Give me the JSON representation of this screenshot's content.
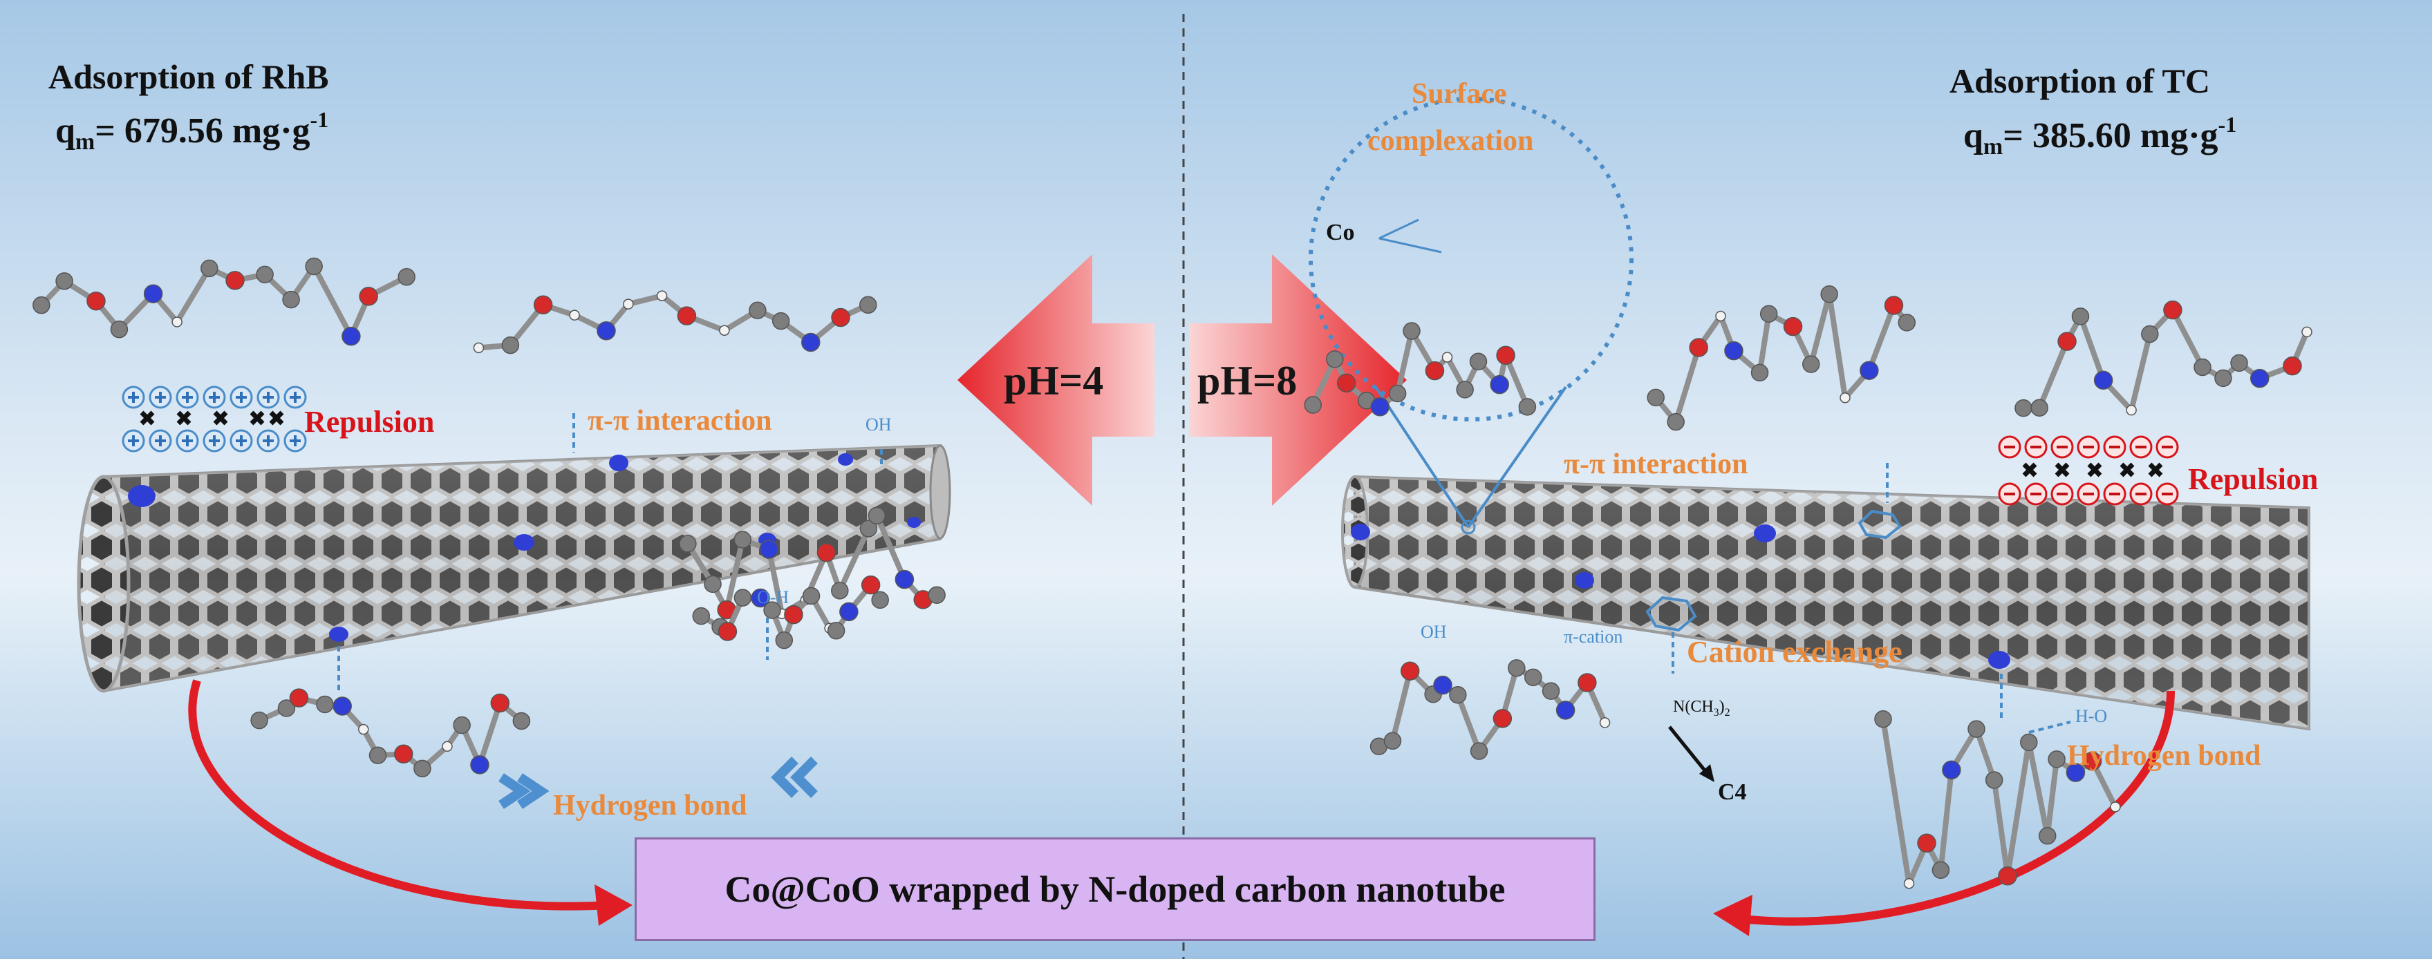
{
  "left": {
    "title": "Adsorption of RhB",
    "qm": {
      "symbol": "q",
      "sub": "m",
      "value": "= 679.56 mg·g",
      "sup": "-1"
    },
    "labels": {
      "repulsion": "Repulsion",
      "pi_pi": "π-π interaction",
      "oh": "OH",
      "o_h": "O-H",
      "hbond": "Hydrogen bond"
    },
    "ph": "pH=4"
  },
  "right": {
    "title": "Adsorption of TC",
    "qm": {
      "symbol": "q",
      "sub": "m",
      "value": "= 385.60 mg·g",
      "sup": "-1"
    },
    "labels": {
      "surface_line1": "Surface",
      "surface_line2": "complexation",
      "co": "Co",
      "pi_pi": "π-π interaction",
      "repulsion": "Repulsion",
      "oh": "OH",
      "pi_cation": "π-cation",
      "cation_exchange": "Cation exchange",
      "n_ch3": "N(CH",
      "n_ch3_sub": "3",
      "n_ch3_end": ")",
      "n_ch3_sub2": "2",
      "c4": "C4",
      "h_o": "H-O",
      "hbond": "Hydrogen bond"
    },
    "ph": "pH=8"
  },
  "caption": "Co@CoO wrapped by N-doped carbon nanotube",
  "colors": {
    "background_top": "#a9cbe8",
    "background_mid": "#e3eef7",
    "arrow_red": "#e8262c",
    "arrow_light": "#f9c9c9",
    "label_orange": "#e8893c",
    "label_red": "#d8141b",
    "label_blue": "#4a8cc8",
    "caption_fill": "#d9b4f2",
    "nanotube_gray": "#9a9a9a",
    "nitrogen_blue": "#2f3fd6",
    "oxygen_red": "#d62a2a"
  }
}
